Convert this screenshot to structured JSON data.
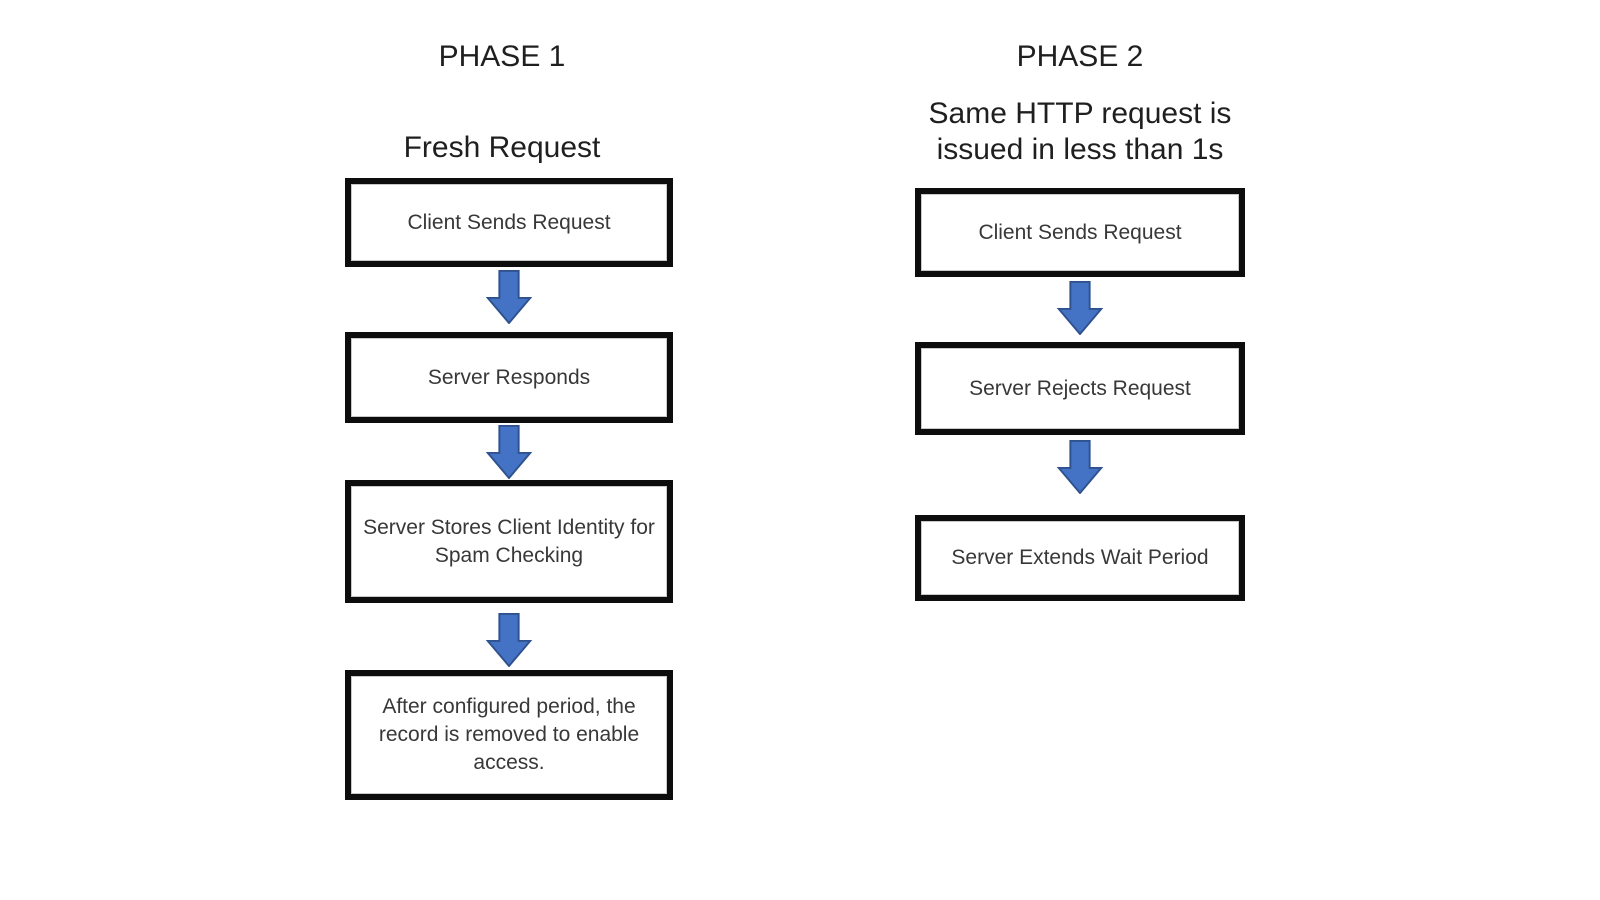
{
  "diagram": {
    "background_color": "#ffffff",
    "box_border_color": "#0d0d0d",
    "box_fill_color": "#ffffff",
    "box_text_color": "#383838",
    "heading_text_color": "#1f1f1f",
    "arrow_fill": "#4472C4",
    "arrow_stroke": "#2F528F",
    "phases": [
      {
        "title": "PHASE 1",
        "subtitle": "Fresh Request",
        "steps": [
          "Client Sends Request",
          "Server Responds",
          "Server Stores Client Identity for\nSpam Checking",
          "After configured period, the\nrecord is removed to enable\naccess."
        ]
      },
      {
        "title": "PHASE 2",
        "subtitle": "Same HTTP request is\nissued in less than 1s",
        "steps": [
          "Client Sends Request",
          "Server Rejects Request",
          "Server Extends Wait Period"
        ]
      }
    ]
  }
}
